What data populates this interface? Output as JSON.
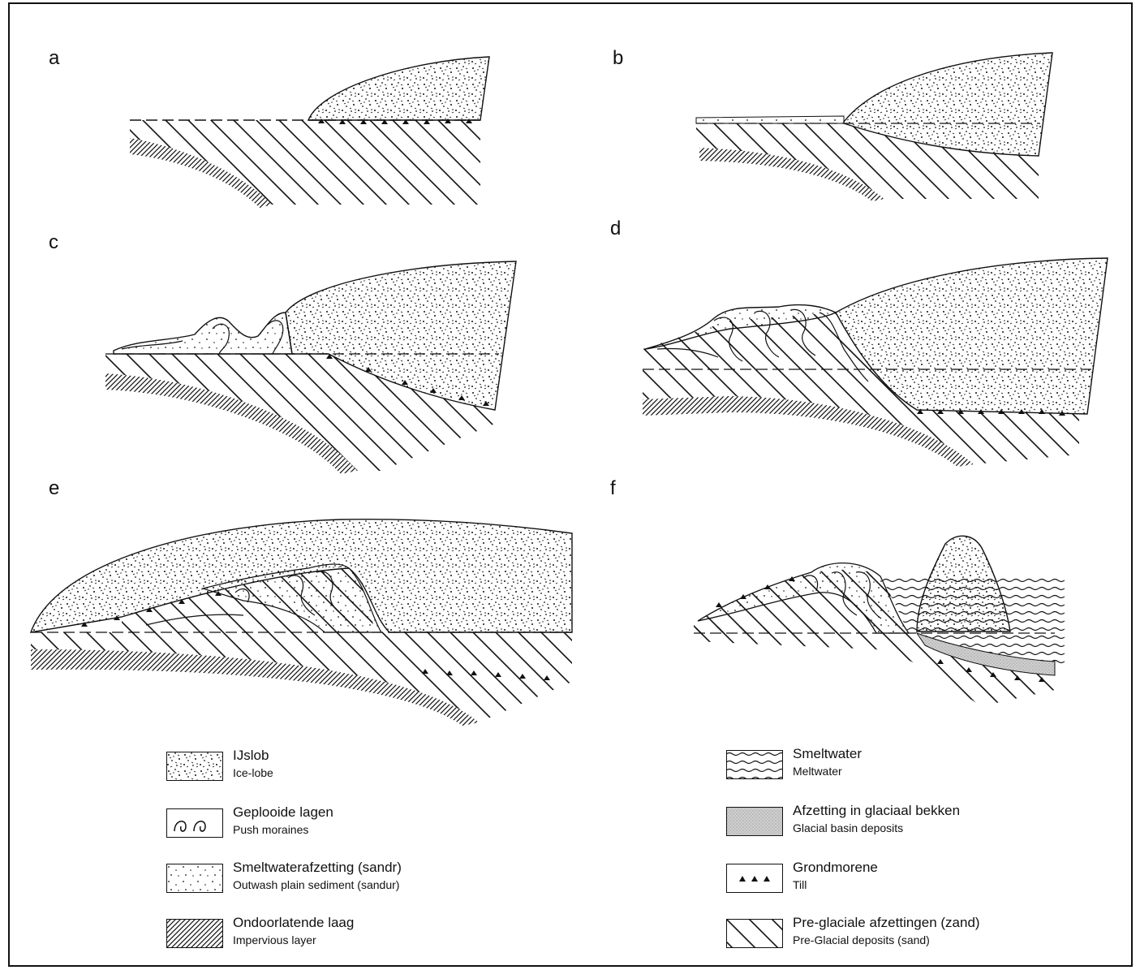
{
  "panels": [
    {
      "id": "a",
      "label": "a"
    },
    {
      "id": "b",
      "label": "b"
    },
    {
      "id": "c",
      "label": "c"
    },
    {
      "id": "d",
      "label": "d"
    },
    {
      "id": "e",
      "label": "e"
    },
    {
      "id": "f",
      "label": "f"
    }
  ],
  "legend": [
    {
      "key": "ice_lobe",
      "nl": "IJslob",
      "en": "Ice-lobe",
      "pattern": "dense-dots"
    },
    {
      "key": "push_moraines",
      "nl": "Geplooide lagen",
      "en": "Push moraines",
      "pattern": "folds"
    },
    {
      "key": "outwash",
      "nl": "Smeltwaterafzetting (sandr)",
      "en": "Outwash plain sediment (sandur)",
      "pattern": "sparse-dots"
    },
    {
      "key": "impervious",
      "nl": "Ondoorlatende laag",
      "en": "Impervious layer",
      "pattern": "fine-hatch"
    },
    {
      "key": "meltwater",
      "nl": "Smeltwater",
      "en": "Meltwater",
      "pattern": "waves"
    },
    {
      "key": "basin",
      "nl": "Afzetting in glaciaal bekken",
      "en": "Glacial basin deposits",
      "pattern": "grey-stipple"
    },
    {
      "key": "till",
      "nl": "Grondmorene",
      "en": "Till",
      "pattern": "triangles"
    },
    {
      "key": "preglacial",
      "nl": "Pre-glaciale afzettingen (zand)",
      "en": "Pre-Glacial deposits (sand)",
      "pattern": "wide-hatch"
    }
  ]
}
